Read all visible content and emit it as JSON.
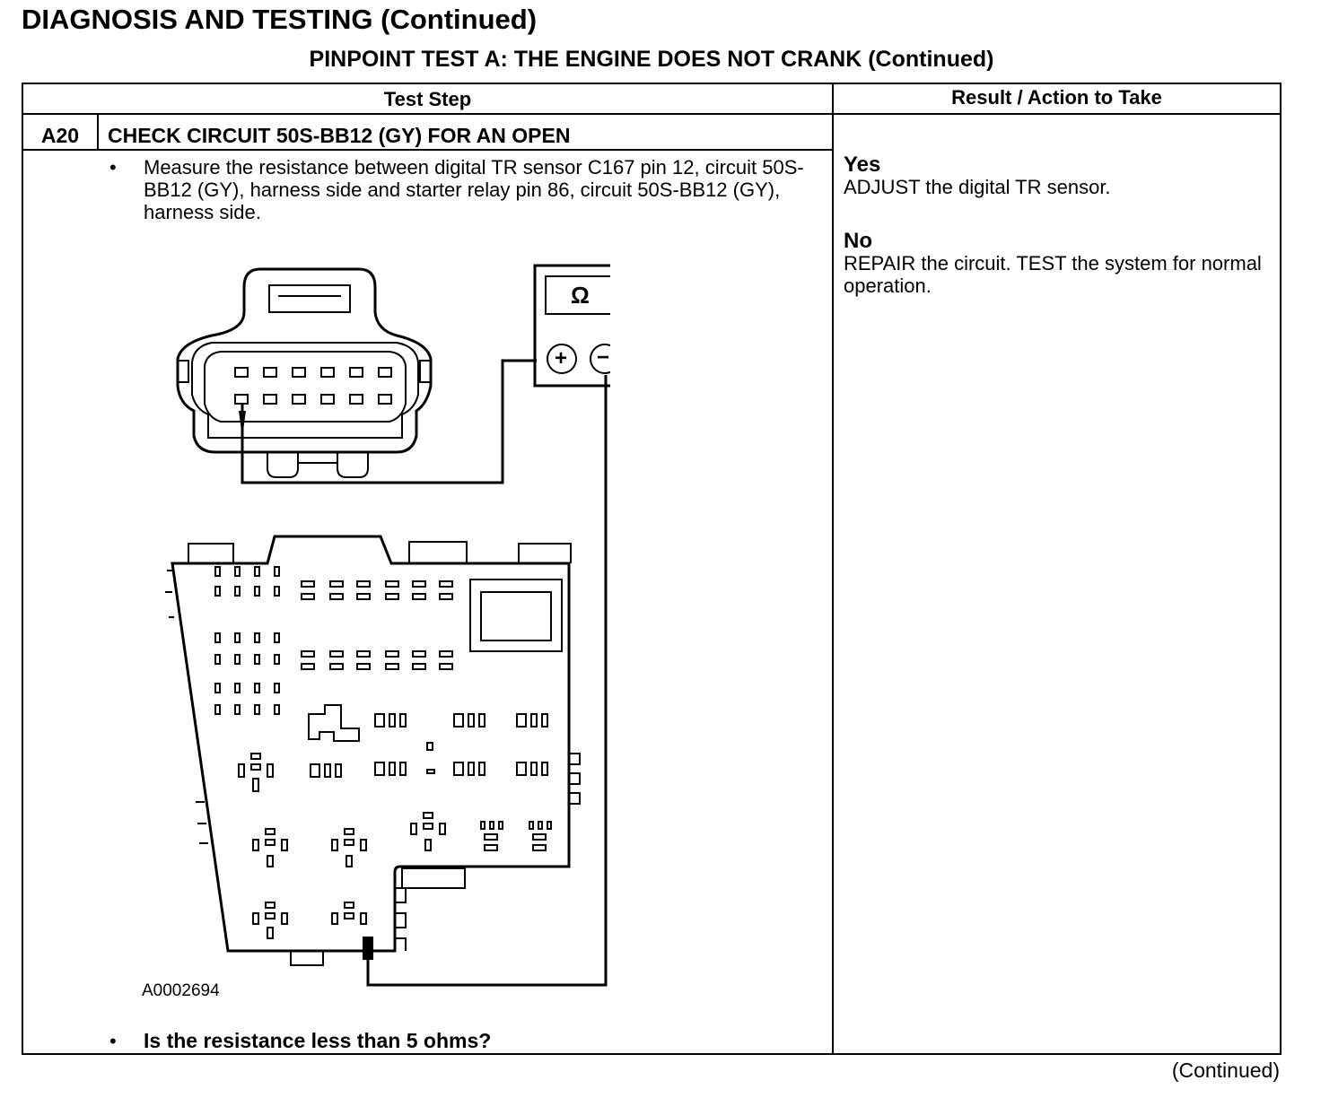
{
  "page": {
    "title": "DIAGNOSIS AND TESTING (Continued)",
    "test_title": "PINPOINT TEST  A: THE ENGINE DOES NOT CRANK (Continued)",
    "continued": "(Continued)"
  },
  "table": {
    "col_test_step": "Test Step",
    "col_result": "Result / Action to Take",
    "step": {
      "id": "A20",
      "title": "CHECK CIRCUIT 50S-BB12 (GY) FOR AN OPEN",
      "bullet_1": "Measure the resistance between digital TR sensor C167 pin 12, circuit 50S-BB12 (GY), harness side and starter relay pin 86, circuit 50S-BB12 (GY), harness side.",
      "figure_id": "A0002694",
      "question": "Is the resistance less than 5 ohms?",
      "meter_symbol": "Ω",
      "plus": "+",
      "minus": "−"
    },
    "result": {
      "yes_label": "Yes",
      "yes_action": "ADJUST the digital TR sensor.",
      "no_label": "No",
      "no_action": "REPAIR the circuit. TEST the system for normal operation."
    }
  }
}
